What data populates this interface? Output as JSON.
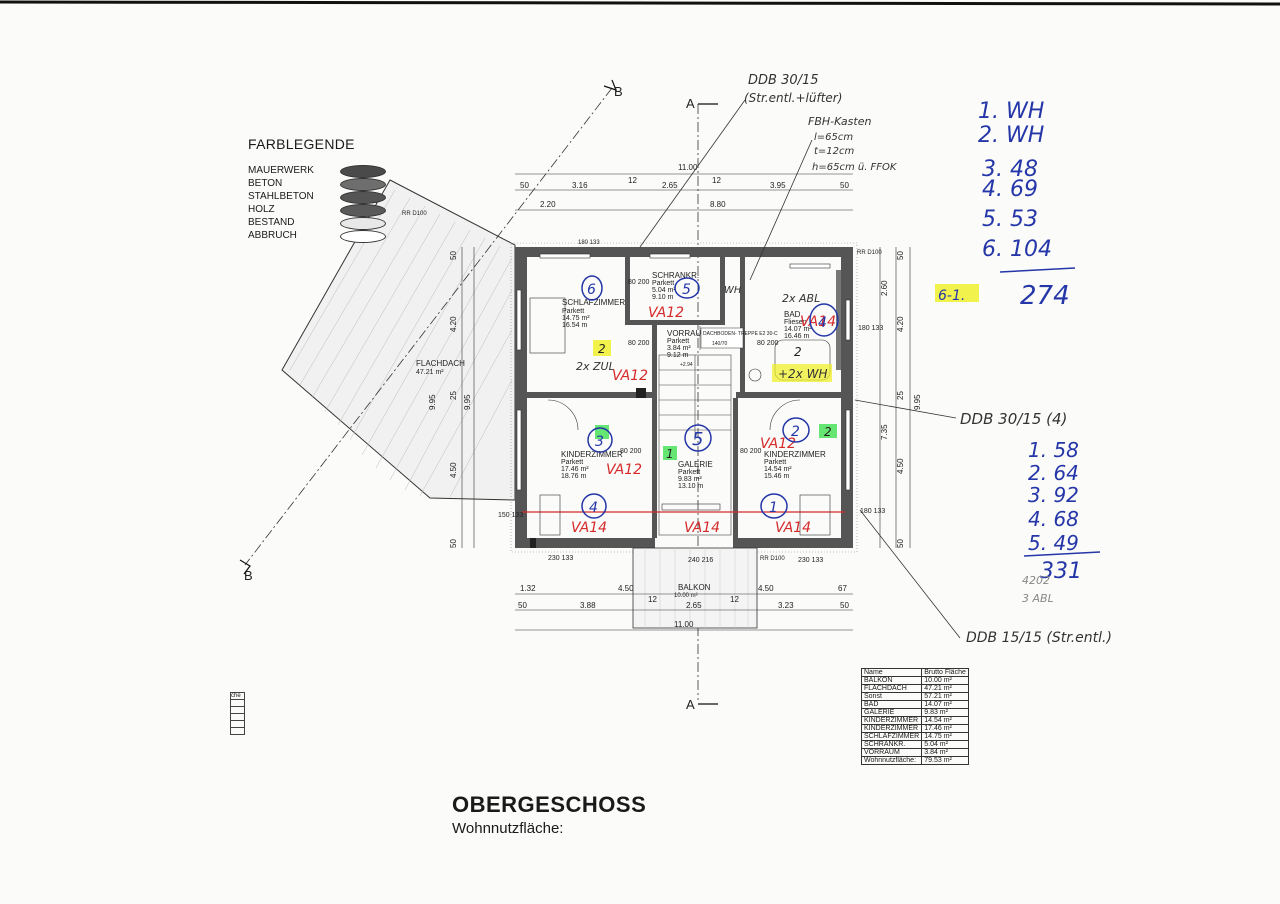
{
  "legend": {
    "title": "FARBLEGENDE",
    "items": [
      {
        "label": "MAUERWERK",
        "color": "#4a4a4a"
      },
      {
        "label": "BETON",
        "color": "#6e6e6e"
      },
      {
        "label": "STAHLBETON",
        "color": "#555555"
      },
      {
        "label": "HOLZ",
        "color": "#5a5a5a"
      },
      {
        "label": "BESTAND",
        "color": "#e8e8e8"
      },
      {
        "label": "ABBRUCH",
        "color": "#ffffff"
      }
    ]
  },
  "drawing": {
    "title": "OBERGESCHOSS",
    "subtitle": "Wohnnutzfläche:",
    "section_a": "A",
    "section_b": "B",
    "rr_d100": "RR\nD100",
    "dims_top_total": "11.00",
    "dims_top": [
      "50",
      "3.16",
      "12",
      "2.65",
      "12",
      "3.95",
      "50"
    ],
    "dims_top_2": [
      "2.20",
      "8.80"
    ],
    "dims_bottom_total": "11.00",
    "dims_bottom": [
      "50",
      "3.88",
      "12",
      "2.65",
      "12",
      "3.23",
      "50"
    ],
    "dims_bottom_1": [
      "1.32",
      "4.50",
      "4.50",
      "67"
    ],
    "dims_left": [
      "50",
      "4.20",
      "25",
      "4.50",
      "50"
    ],
    "dims_left_total": "9.95",
    "dims_right": [
      "50",
      "2.60",
      "4.20",
      "25",
      "7.35",
      "4.50",
      "50"
    ],
    "dims_right_total": "9.95",
    "misc_dims": {
      "d180_133_top": "180\n133",
      "d180_133_right": "180\n133",
      "d150_133": "150\n133",
      "d230_133_l": "230\n133",
      "d230_133_r": "230\n133",
      "d240_216": "240\n216",
      "d80_200": "80\n200"
    },
    "rooms": {
      "flachdach": {
        "name": "FLACHDACH",
        "area": "47.21 m²"
      },
      "schlafzimmer": {
        "name": "SCHLAFZIMMER",
        "floor": "Parkett",
        "area": "14.75 m²",
        "perimeter": "16.54 m"
      },
      "schrankr": {
        "name": "SCHRANKR.",
        "floor": "Parkett",
        "area": "5.04 m²",
        "perimeter": "9.10 m"
      },
      "vorraum": {
        "name": "VORRAUM",
        "floor": "Parkett",
        "area": "3.84 m²",
        "perimeter": "9.12 m"
      },
      "dachboden": {
        "name": "DACHBODEN-\nTREPPE E2 30-C",
        "size": "140/70"
      },
      "bad": {
        "name": "BAD",
        "floor": "Fliesen",
        "area": "14.07 m²",
        "perimeter": "16.46 m"
      },
      "kinder_links": {
        "name": "KINDERZIMMER",
        "floor": "Parkett",
        "area": "17.46 m²",
        "perimeter": "18.76 m"
      },
      "galerie": {
        "name": "GALERIE",
        "floor": "Parkett",
        "area": "9.83 m²",
        "perimeter": "13.10 m"
      },
      "kinder_rechts": {
        "name": "KINDERZIMMER",
        "floor": "Parkett",
        "area": "14.54 m²",
        "perimeter": "15.46 m"
      },
      "balkon": {
        "name": "BALKON",
        "area": "10.00 m²"
      }
    },
    "stair_step": "+2.94"
  },
  "area_table": {
    "headers": [
      "Name",
      "Brutto Fläche"
    ],
    "rows": [
      [
        "BALKON",
        "10.00 m²"
      ],
      [
        "FLACHDACH",
        "47.21 m²"
      ],
      [
        "Sonst",
        "57.21 m²"
      ],
      [
        "BAD",
        "14.07 m²"
      ],
      [
        "GALERIE",
        "9.83 m²"
      ],
      [
        "KINDERZIMMER",
        "14.54 m²"
      ],
      [
        "KINDERZIMMER",
        "17.46 m²"
      ],
      [
        "SCHLAFZIMMER",
        "14.75 m²"
      ],
      [
        "SCHRANKR.",
        "5.04 m²"
      ],
      [
        "VORRAUM",
        "3.84 m²"
      ],
      [
        "Wohnnutzfläche:",
        "79.53 m²"
      ]
    ]
  },
  "mini_table_label": "che",
  "annotations": {
    "ddb_top": "DDB 30/15",
    "ddb_top_sub": "(Str.entl.+lüfter)",
    "fbh": [
      "FBH-Kasten",
      "l=65cm",
      "t=12cm",
      "h=65cm ü. FFOK"
    ],
    "list_top": [
      "1. WH",
      "2. WH",
      "3. 48",
      "4. 69",
      "5. 53",
      "6. 104"
    ],
    "sum_top": "274",
    "six_one": "6-1.",
    "ddb_mid": "DDB 30/15 (4)",
    "list_mid": [
      "1. 58",
      "2. 64",
      "3. 92",
      "4. 68",
      "5. 49"
    ],
    "sum_mid": "331",
    "note_4202": "4202",
    "note_3abl": "3 ABL",
    "ddb_bottom": "DDB 15/15 (Str.entl.)",
    "wh": "WH",
    "two_abl": "2x ABL",
    "two_zul": "2x ZUL",
    "plus_two_wh": "+2x WH",
    "va12": "VA12",
    "va14": "VA14",
    "circles": [
      "6",
      "5",
      "4",
      "3",
      "5",
      "2",
      "4",
      "1"
    ],
    "small_marks": [
      "2",
      "2",
      "1",
      "2"
    ]
  }
}
